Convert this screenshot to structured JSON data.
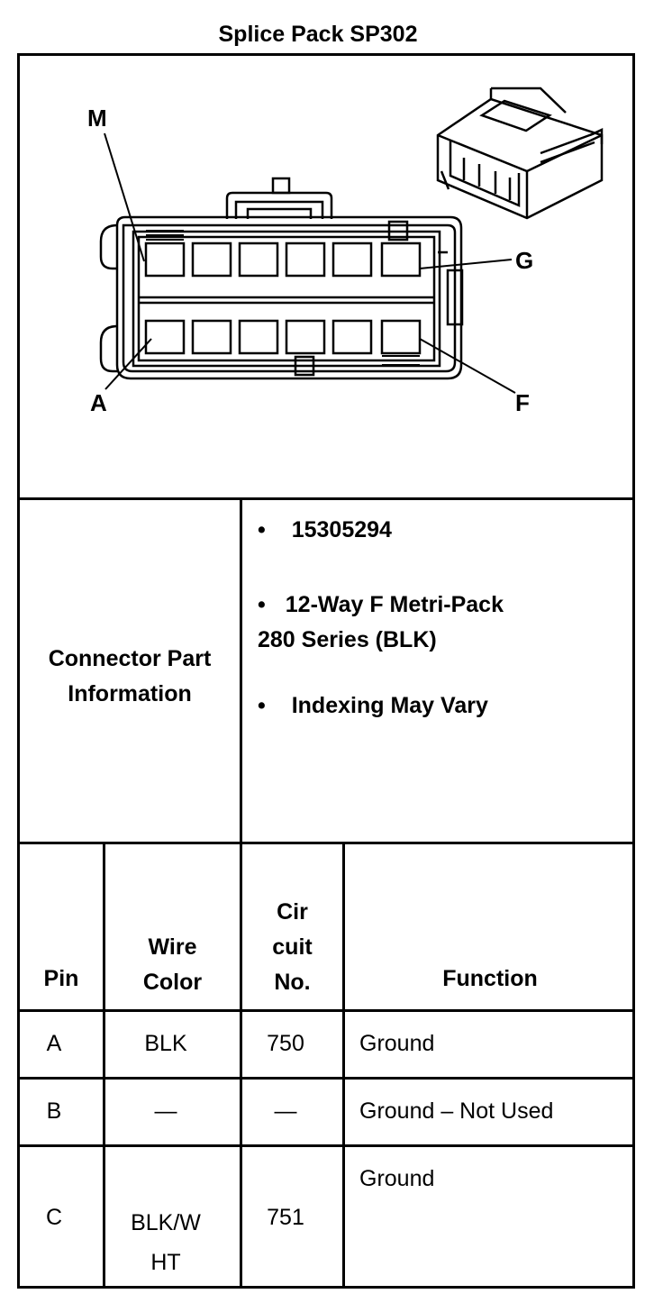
{
  "title": "Splice Pack SP302",
  "diagram": {
    "labels": {
      "m": "M",
      "g": "G",
      "a": "A",
      "f": "F"
    }
  },
  "connector_info": {
    "label_line1": "Connector Part",
    "label_line2": "Information",
    "bullet": "•",
    "items": [
      {
        "line1": "15305294"
      },
      {
        "line1": "12-Way F Metri-Pack",
        "line2": "280 Series (BLK)"
      },
      {
        "line1": "Indexing May Vary"
      }
    ]
  },
  "table": {
    "headers": {
      "pin": "Pin",
      "wire_color": [
        "Wire",
        "Color"
      ],
      "circuit": [
        "Cir",
        "cuit",
        "No."
      ],
      "function": "Function"
    },
    "rows": [
      {
        "pin": "A",
        "wire": [
          "BLK"
        ],
        "circuit": "750",
        "function": "Ground"
      },
      {
        "pin": "B",
        "wire": [
          "—"
        ],
        "circuit": "—",
        "function": "Ground – Not Used"
      },
      {
        "pin": "C",
        "wire": [
          "BLK/W",
          "HT"
        ],
        "circuit": "751",
        "function": "Ground"
      }
    ]
  }
}
